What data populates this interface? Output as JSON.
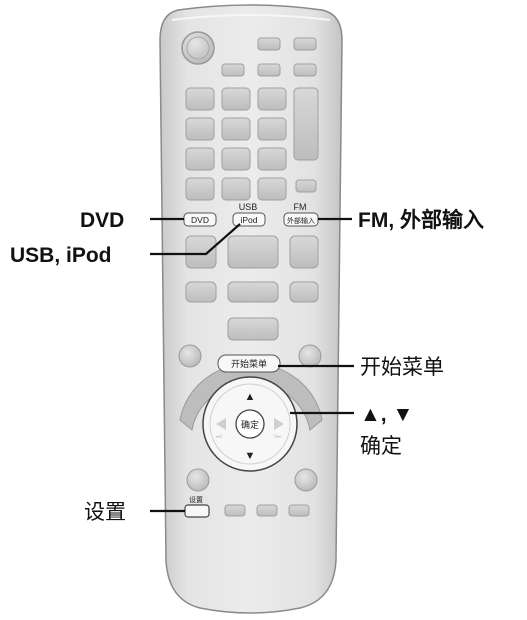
{
  "remote": {
    "buttons": {
      "dvd": "DVD",
      "usb_above": "USB",
      "ipod": "iPod",
      "fm_above": "FM",
      "ext_input": "外部输入",
      "start_menu": "开始菜单",
      "enter": "确定",
      "setup_above": "设置",
      "up_arrow": "▲",
      "down_arrow": "▼"
    }
  },
  "callouts": {
    "dvd": "DVD",
    "usb_ipod": "USB, iPod",
    "fm_ext": "FM, 外部输入",
    "start_menu": "开始菜单",
    "arrows": "▲, ▼",
    "enter": "确定",
    "setup": "设置"
  }
}
